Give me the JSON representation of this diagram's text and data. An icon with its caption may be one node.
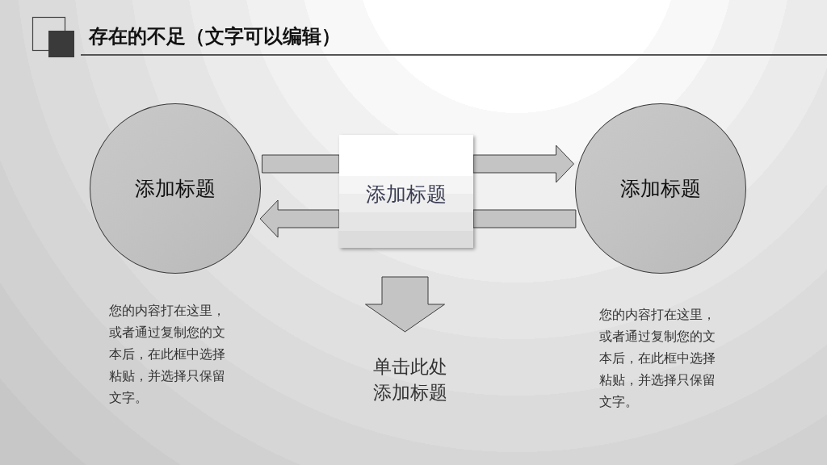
{
  "diagram": {
    "title": "存在的不足（文字可以编辑）",
    "nodes": [
      {
        "text": [
          "添加标题"
        ],
        "beside": [
          "您的内容打在这里，或者通过复制您的文本后，在此框中选择粘贴，并选择只保留文字。"
        ]
      },
      {
        "text": [
          "添加标题"
        ]
      },
      {
        "text": [
          "添加标题"
        ],
        "beside": [
          "您的内容打在这里，或者通过复制您的文本后，在此框中选择粘贴，并选择只保留文字。"
        ]
      },
      {
        "text": [
          "单击此处添加标题"
        ]
      }
    ],
    "edges": [
      {
        "from": 0,
        "to": 1,
        "arrow": "none"
      },
      {
        "from": 1,
        "to": 2,
        "arrow": "to"
      },
      {
        "from": 2,
        "to": 1,
        "arrow": "none"
      },
      {
        "from": 1,
        "to": 0,
        "arrow": "to"
      },
      {
        "from": 1,
        "to": 3,
        "arrow": "to"
      }
    ]
  }
}
